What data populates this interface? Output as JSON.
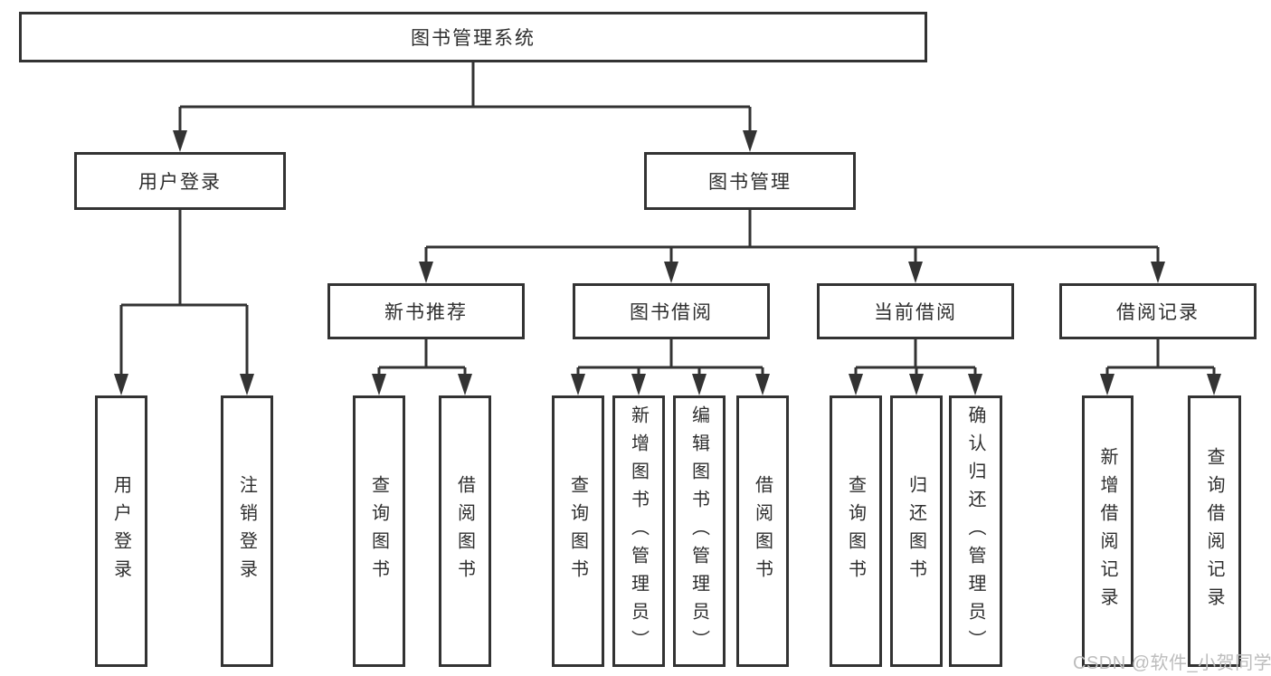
{
  "tree": {
    "root": "图书管理系统",
    "level2": [
      "用户登录",
      "图书管理"
    ],
    "level3": [
      "新书推荐",
      "图书借阅",
      "当前借阅",
      "借阅记录"
    ],
    "leaves": {
      "user_login": [
        "用户登录",
        "注销登录"
      ],
      "new_book": [
        "查询图书",
        "借阅图书"
      ],
      "book_borrow": [
        "查询图书",
        "新增图书（管理员）",
        "编辑图书（管理员）",
        "借阅图书"
      ],
      "current_borrow": [
        "查询图书",
        "归还图书",
        "确认归还（管理员）"
      ],
      "borrow_records": [
        "新增借阅记录",
        "查询借阅记录"
      ]
    }
  },
  "watermark": "CSDN @软件_小贺同学",
  "colors": {
    "line": "#333333",
    "box_border": "#333333",
    "box_bg": "#ffffff",
    "text": "#2e2e2e",
    "watermark": "#bdbdbd"
  }
}
